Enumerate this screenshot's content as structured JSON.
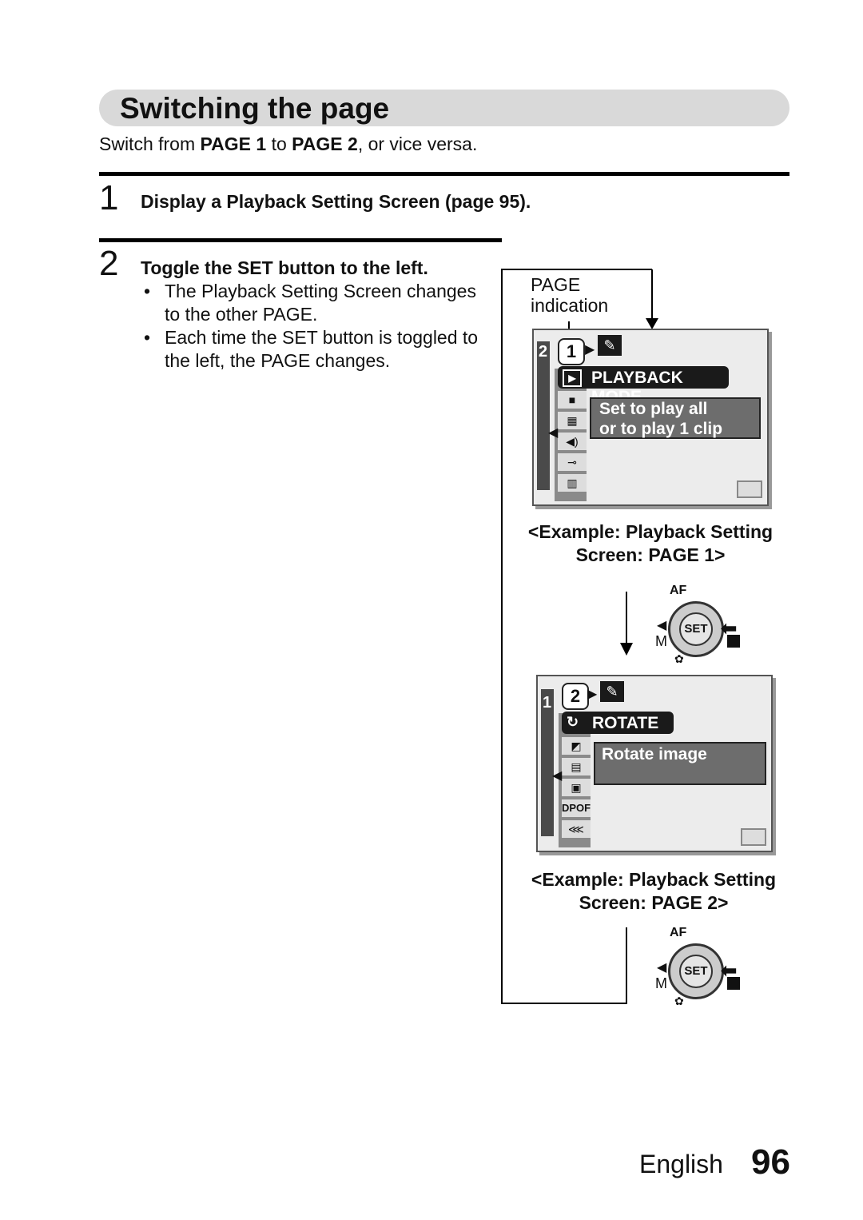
{
  "section": {
    "title": "Switching the page",
    "intro": [
      {
        "text": "Switch from ",
        "bold": false
      },
      {
        "text": "PAGE 1",
        "bold": true
      },
      {
        "text": " to ",
        "bold": false
      },
      {
        "text": "PAGE 2",
        "bold": true
      },
      {
        "text": ", or vice versa.",
        "bold": false
      }
    ]
  },
  "steps": [
    {
      "number": "1",
      "heading": "Display a Playback Setting Screen (page 95)."
    },
    {
      "number": "2",
      "heading": "Toggle the SET button to the left.",
      "bullets": [
        "The Playback Setting Screen changes to the other PAGE.",
        "Each time the SET button is toggled to the left, the PAGE changes."
      ]
    }
  ],
  "callout": {
    "line1": "PAGE",
    "line2": "indication"
  },
  "screen1": {
    "front_page": "1",
    "back_page": "2",
    "mode_label": "PLAYBACK MODE",
    "info_line1": "Set to play all",
    "info_line2": "or to play 1 clip",
    "caption_line1": "<Example: Playback Setting",
    "caption_line2": "Screen: PAGE 1>"
  },
  "screen2": {
    "front_page": "2",
    "back_page": "1",
    "mode_label": "ROTATE",
    "info_line1": "Rotate image",
    "dpof_label": "DPOF",
    "caption_line1": "<Example: Playback Setting",
    "caption_line2": "Screen: PAGE 2>"
  },
  "control": {
    "set_label": "SET",
    "top_label": "AF",
    "left_label": "M"
  },
  "footer": {
    "language": "English",
    "page_number": "96"
  }
}
